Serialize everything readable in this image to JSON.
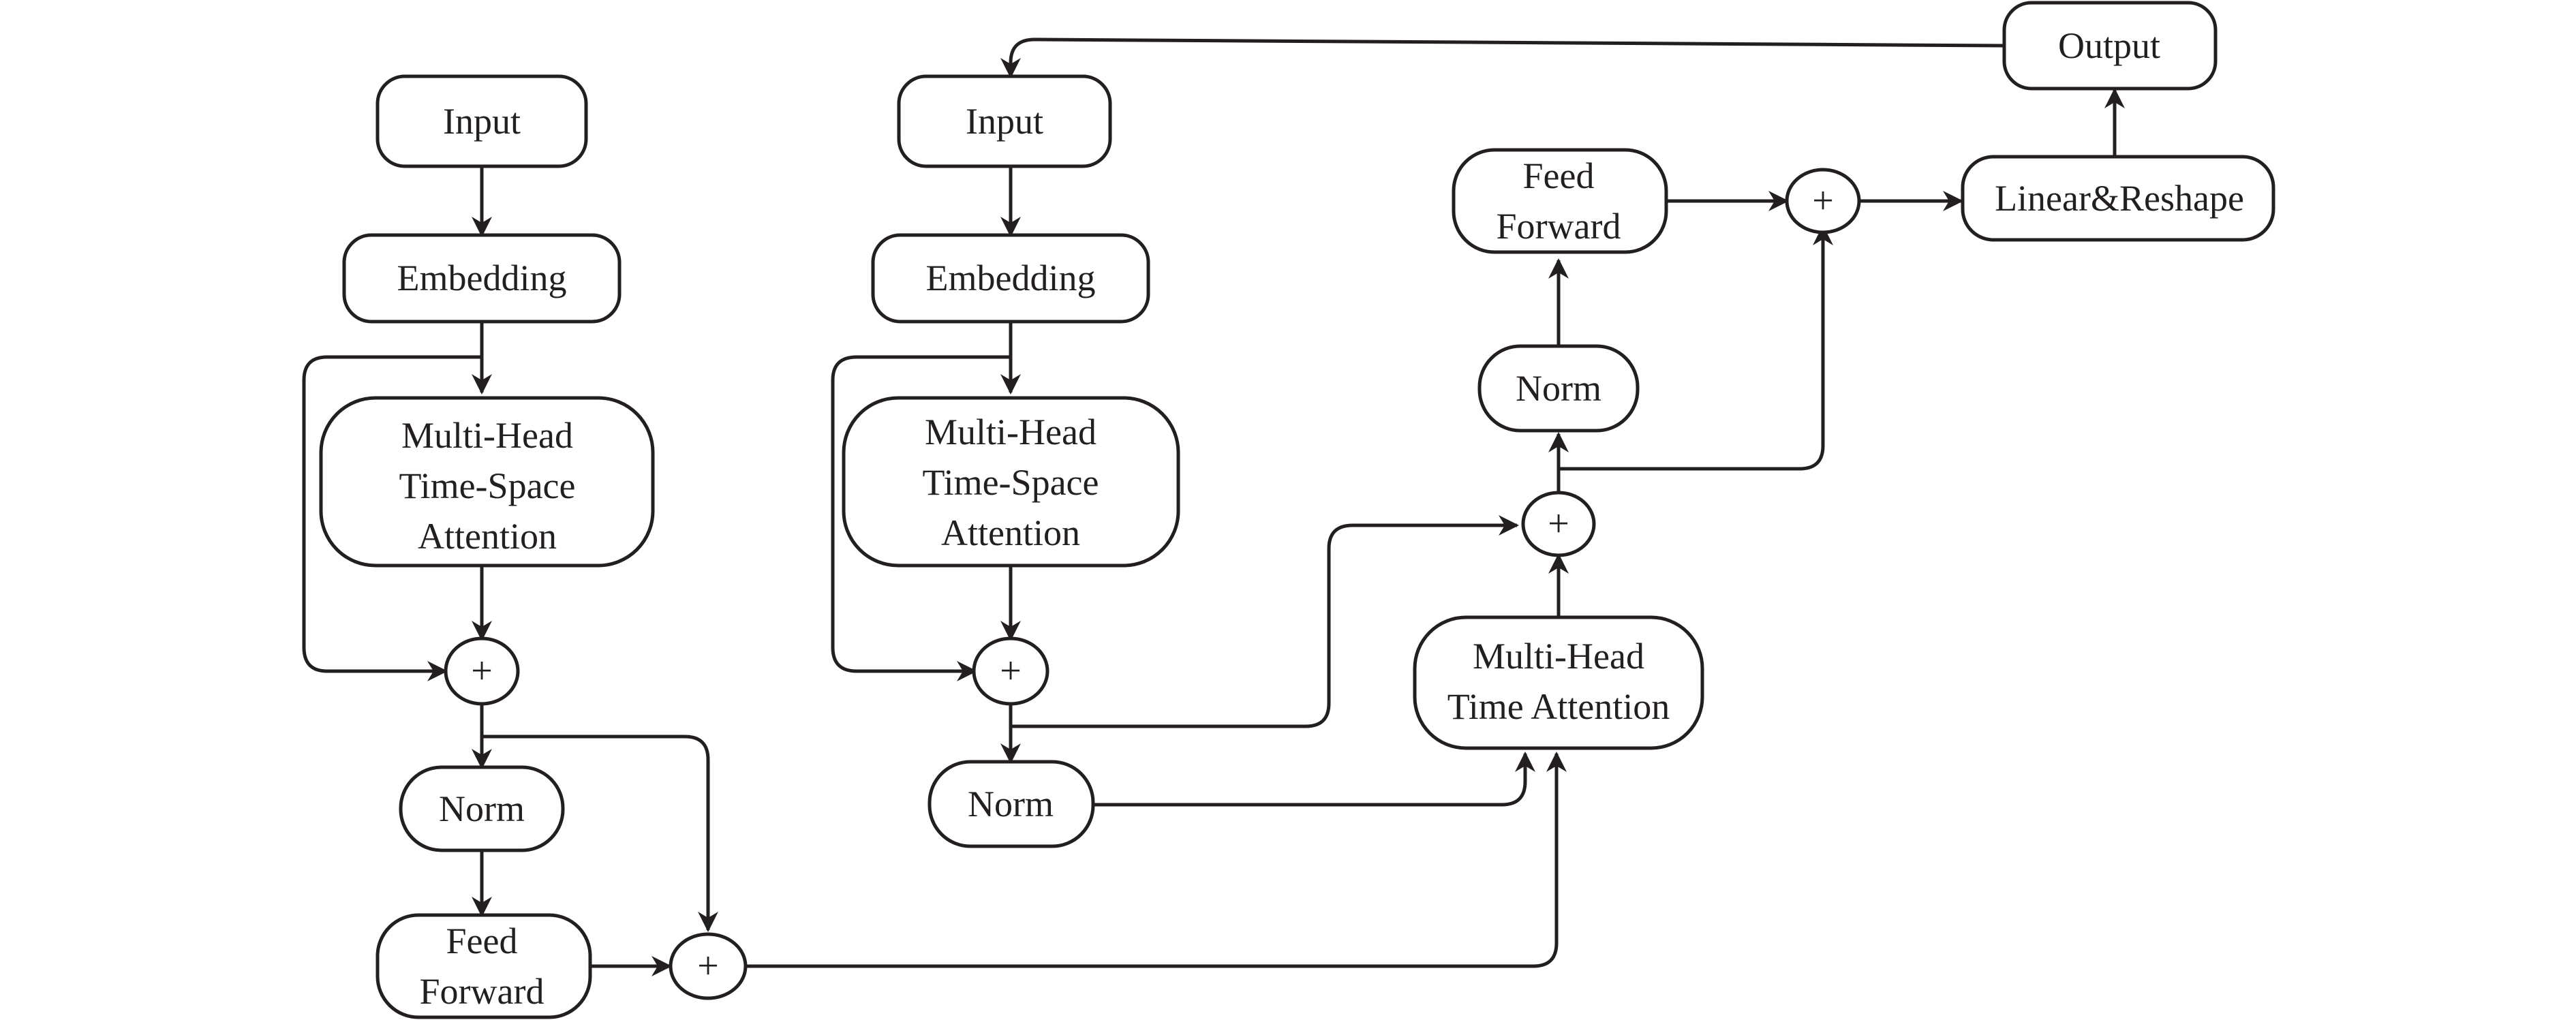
{
  "colors": {
    "stroke": "#231f20",
    "background": "#ffffff"
  },
  "nodes": {
    "input_1": {
      "lines": [
        "Input"
      ]
    },
    "embedding_1": {
      "lines": [
        "Embedding"
      ]
    },
    "mhtsa_1": {
      "lines": [
        "Multi-Head",
        "Time-Space",
        "Attention"
      ]
    },
    "add_1": {
      "symbol": "+"
    },
    "norm_1": {
      "lines": [
        "Norm"
      ]
    },
    "ff_1": {
      "lines": [
        "Feed",
        "Forward"
      ]
    },
    "add_2": {
      "symbol": "+"
    },
    "input_2": {
      "lines": [
        "Input"
      ]
    },
    "embedding_2": {
      "lines": [
        "Embedding"
      ]
    },
    "mhtsa_2": {
      "lines": [
        "Multi-Head",
        "Time-Space",
        "Attention"
      ]
    },
    "add_3": {
      "symbol": "+"
    },
    "norm_2": {
      "lines": [
        "Norm"
      ]
    },
    "mhta": {
      "lines": [
        "Multi-Head",
        "Time Attention"
      ]
    },
    "add_4": {
      "symbol": "+"
    },
    "norm_3": {
      "lines": [
        "Norm"
      ]
    },
    "ff_2": {
      "lines": [
        "Feed",
        "Forward"
      ]
    },
    "add_5": {
      "symbol": "+"
    },
    "linear": {
      "lines": [
        "Linear&Reshape"
      ]
    },
    "output": {
      "lines": [
        "Output"
      ]
    }
  }
}
